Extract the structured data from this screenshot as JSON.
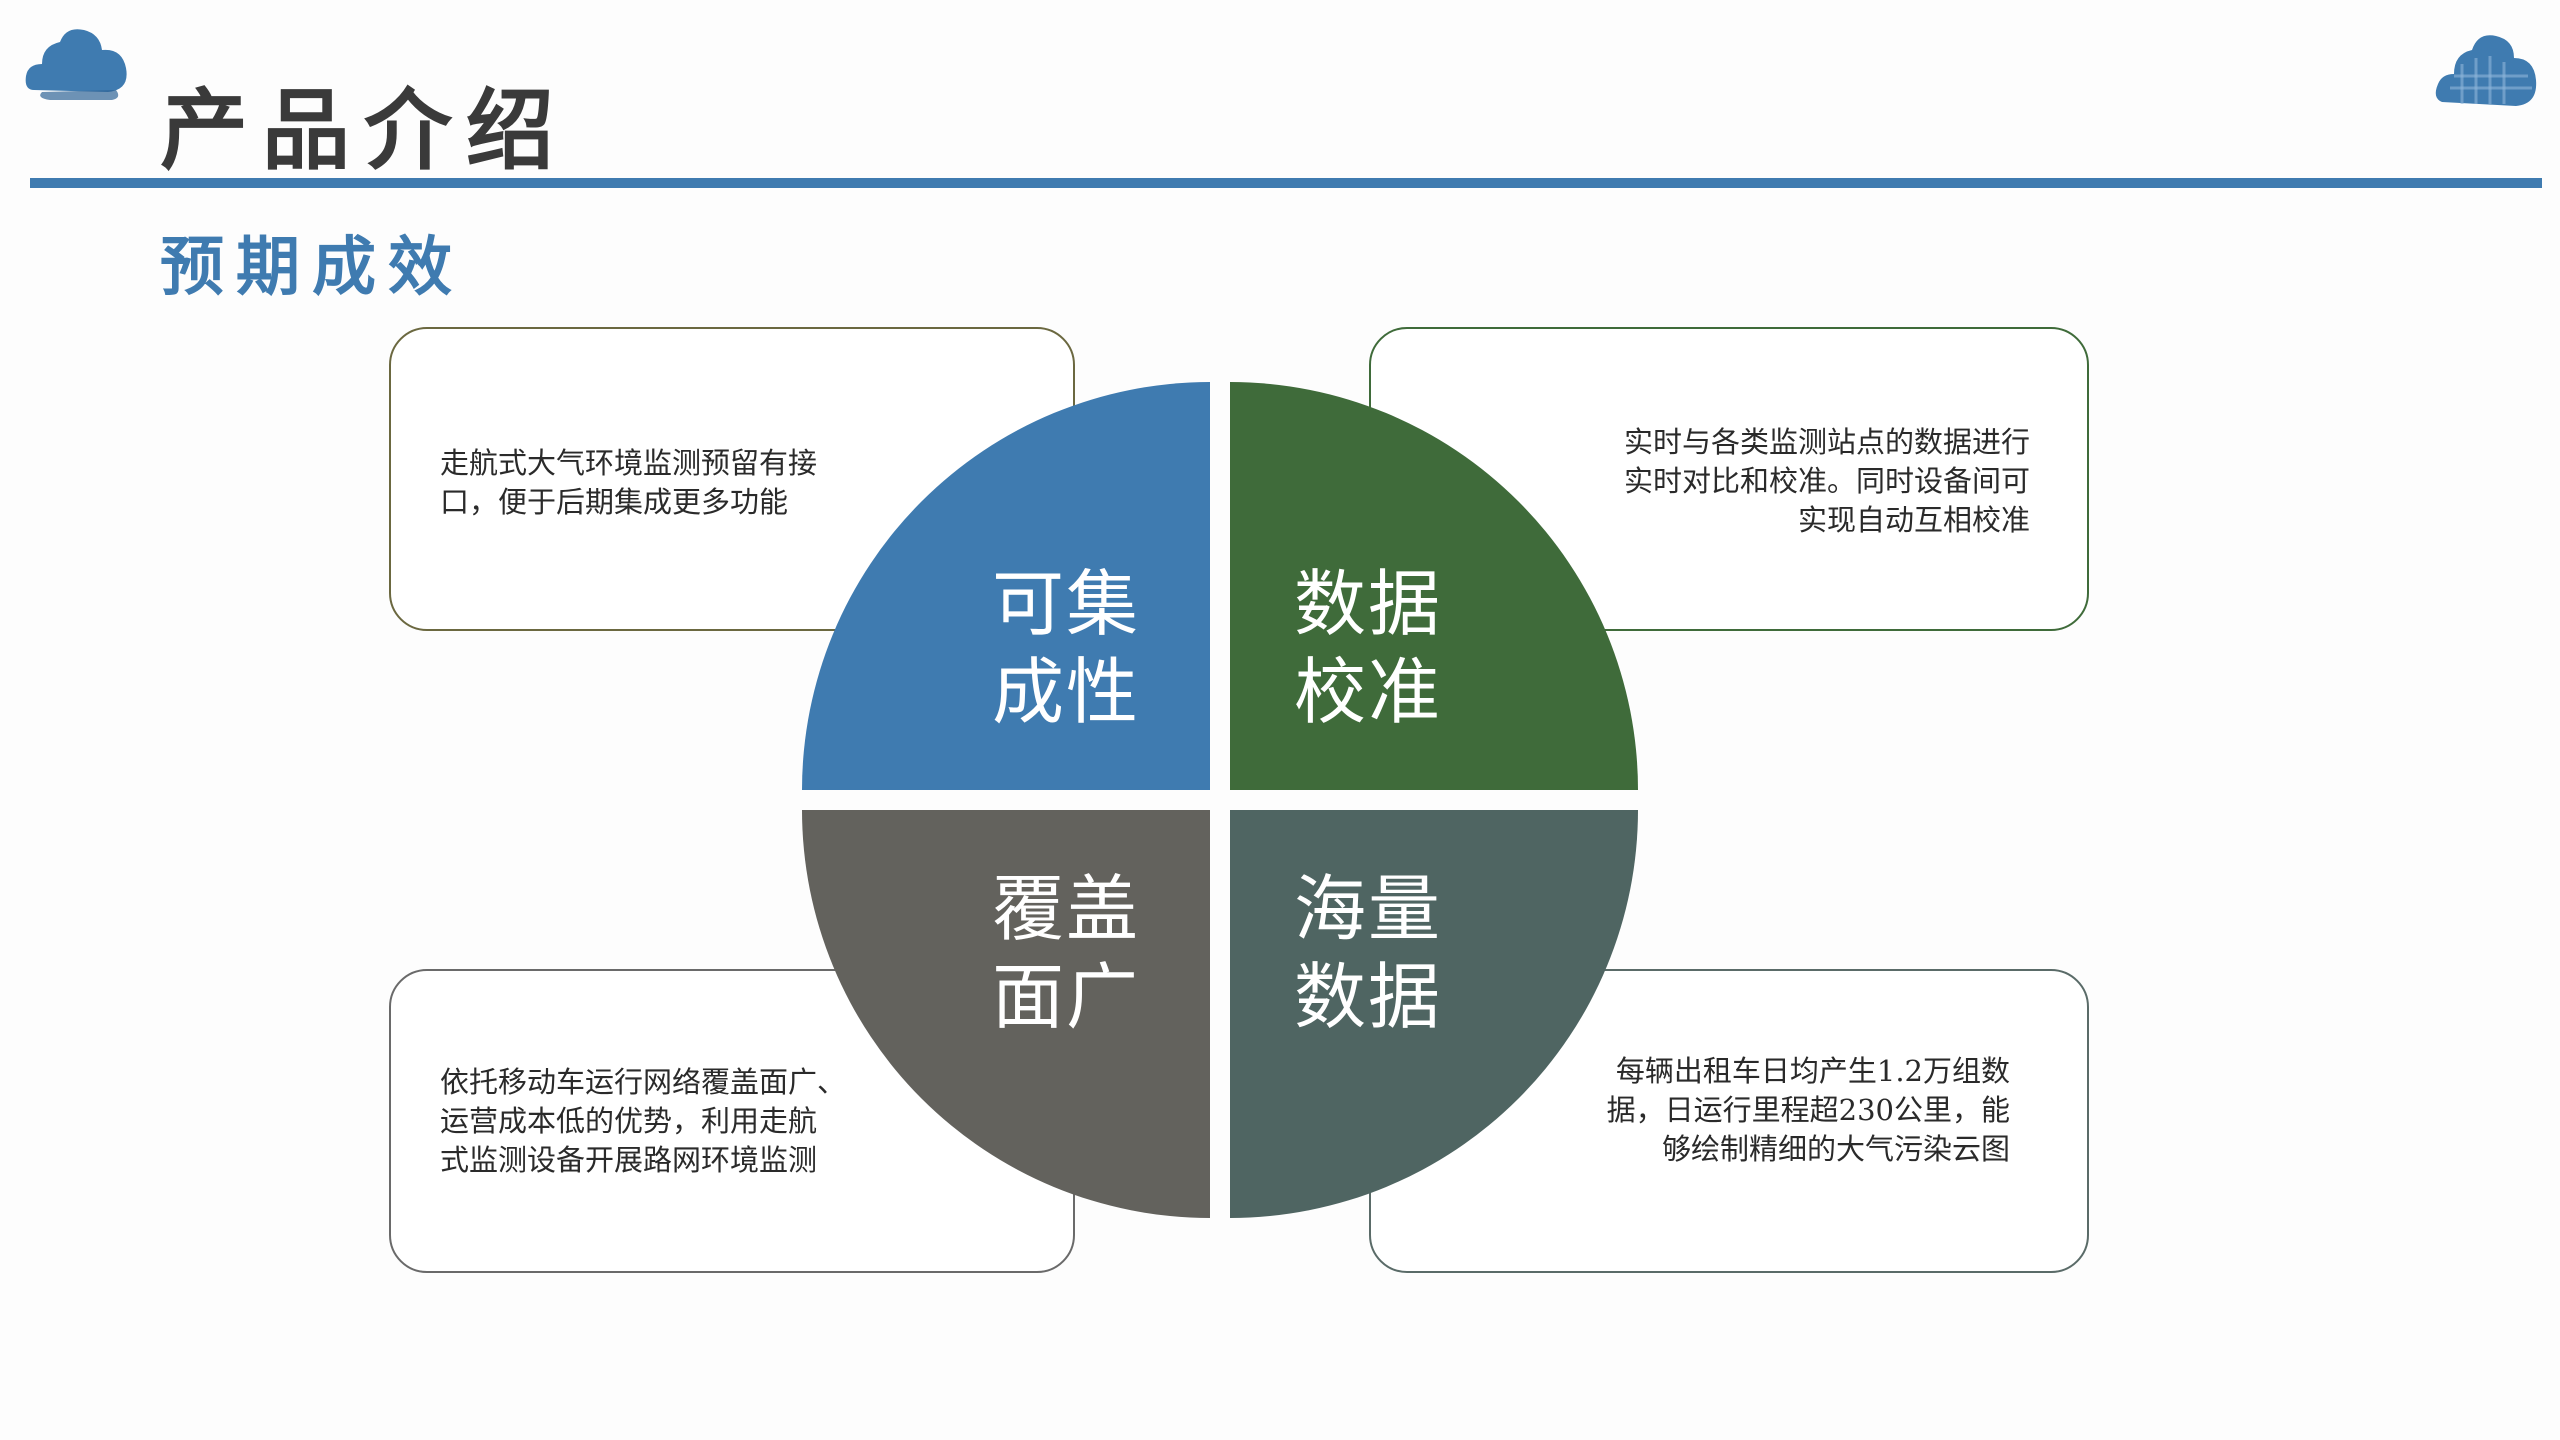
{
  "header": {
    "title": "产品介绍",
    "subtitle": "预期成效"
  },
  "colors": {
    "accent_blue": "#3f7bb0",
    "quadrant_top_left": "#3f7bb0",
    "quadrant_top_right": "#3f6b3a",
    "quadrant_bottom_left": "#63625d",
    "quadrant_bottom_right": "#4f6562"
  },
  "quadrants": {
    "top_left": {
      "label_line1": "可集",
      "label_line2": "成性"
    },
    "top_right": {
      "label_line1": "数据",
      "label_line2": "校准"
    },
    "bottom_left": {
      "label_line1": "覆盖",
      "label_line2": "面广"
    },
    "bottom_right": {
      "label_line1": "海量",
      "label_line2": "数据"
    }
  },
  "cards": {
    "top_left": {
      "line1": "走航式大气环境监测预留有接",
      "line2": "口，便于后期集成更多功能"
    },
    "top_right": {
      "line1": "实时与各类监测站点的数据进行",
      "line2": "实时对比和校准。同时设备间可",
      "line3": "实现自动互相校准"
    },
    "bottom_left": {
      "line1": "依托移动车运行网络覆盖面广、",
      "line2": "运营成本低的优势，利用走航",
      "line3": "式监测设备开展路网环境监测"
    },
    "bottom_right": {
      "line1": "每辆出租车日均产生1.2万组数",
      "line2": "据，日运行里程超230公里，能",
      "line3": "够绘制精细的大气污染云图"
    }
  },
  "icons": [
    "cloud-icon",
    "cloud-icon"
  ]
}
